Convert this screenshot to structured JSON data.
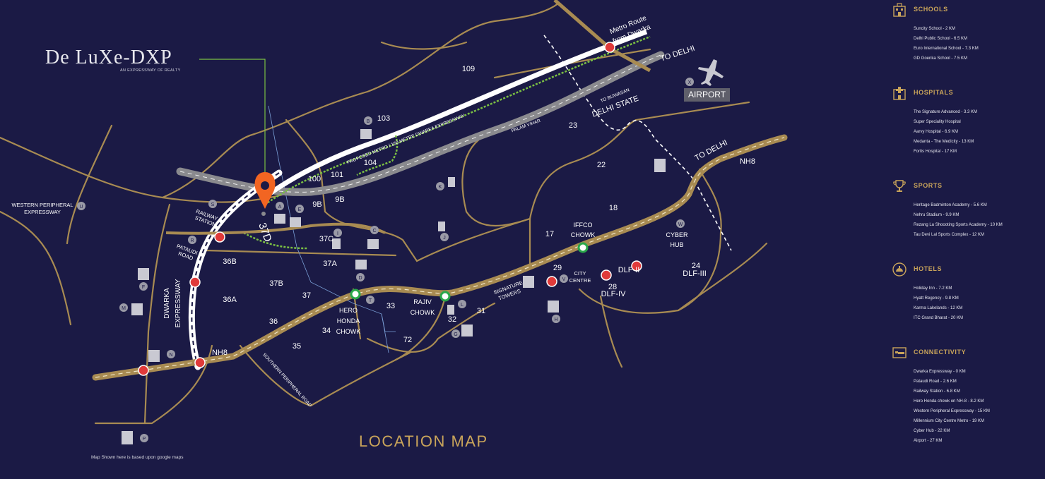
{
  "brand": {
    "name": "De LuXe-DXP",
    "tagline": "AN EXPRESSWAY OF REALTY"
  },
  "title": "LOCATION MAP",
  "footnote": "Map Shown here is based upon google maps",
  "colors": {
    "background": "#1b1a45",
    "road": "#a88b52",
    "accent": "#c9a45a",
    "pin": "#f26522",
    "metro_green": "#7bc043",
    "expressway_gray": "#8a8a8e",
    "metro_station": "#e03a3a"
  },
  "map": {
    "project_marker": "37D",
    "airport": "AIRPORT",
    "sectors": {
      "s109": "109",
      "s103": "103",
      "s104": "104",
      "s101": "101",
      "s100": "100",
      "s9b_a": "9B",
      "s9b_b": "9B",
      "s37c": "37C",
      "s37a": "37A",
      "s36b": "36B",
      "s36a": "36A",
      "s37b": "37B",
      "s37": "37",
      "s36": "36",
      "s35": "35",
      "s34": "34",
      "s33": "33",
      "s72": "72",
      "s32": "32",
      "s31": "31",
      "s23": "23",
      "s22": "22",
      "s18": "18",
      "s17": "17",
      "s29": "29",
      "s28": "28",
      "s24": "24"
    },
    "labels": {
      "metro_route_1": "Metro Route",
      "metro_route_2": "from Dwarka",
      "to_delhi_top": "TO DELHI",
      "to_delhi_right": "TO DELHI",
      "nh8_right": "NH8",
      "nh8_left": "NH8",
      "to_bijwasan": "TO BIJWASAN",
      "delhi_state": "DELHI STATE",
      "palam_vihar": "PALAM VIHAR",
      "proposed_metro": "PROPOSED METRO / 150 METRE DWARKA EXPRESSWAY",
      "wpe_1": "WESTERN PERIPHERAL",
      "wpe_2": "EXPRESSWAY",
      "rail_1": "RAILWAY",
      "rail_2": "STATION",
      "pat_1": "PATAUDI",
      "pat_2": "ROAD",
      "dwarka_1": "DWARKA",
      "dwarka_2": "EXPRESSWAY",
      "hero_1": "HERO",
      "hero_2": "HONDA",
      "hero_3": "CHOWK",
      "rajiv_1": "RAJIV",
      "rajiv_2": "CHOWK",
      "iffco_1": "IFFCO",
      "iffco_2": "CHOWK",
      "sig_1": "SIGNATURE",
      "sig_2": "TOWERS",
      "city_1": "CITY",
      "city_2": "CENTRE",
      "cyber_1": "CYBER",
      "cyber_2": "HUB",
      "dlf2": "DLF-II",
      "dlf3": "DLF-III",
      "dlf4": "DLF-IV",
      "spr": "SOUTHERN PERIPHERAL ROAD"
    },
    "markers": [
      "A",
      "B",
      "C",
      "D",
      "E",
      "F",
      "G",
      "H",
      "I",
      "J",
      "K",
      "L",
      "M",
      "N",
      "P",
      "R",
      "S",
      "T",
      "U",
      "V",
      "W",
      "X"
    ]
  },
  "legend": {
    "schools": {
      "title": "SCHOOLS",
      "icon": "school-building-icon",
      "items": [
        "Suncity School - 2 KM",
        "Delhi Public School - 6.5 KM",
        "Euro International School - 7.3 KM",
        "GD Goenka School - 7.5 KM"
      ]
    },
    "hospitals": {
      "title": "HOSPITALS",
      "icon": "hospital-icon",
      "items": [
        "The Signature Advanced - 3.3 KM",
        "Super Speciality Hospital",
        "Aarvy Hospital - 6.9 KM",
        "Medanta - The Medicity - 13 KM",
        "Fortis Hospital - 17 KM"
      ]
    },
    "sports": {
      "title": "SPORTS",
      "icon": "trophy-icon",
      "items": [
        "Heritage Badminton Academy - 5.6 KM",
        "Nehru Stadium - 9.9 KM",
        "Rezang La Shoooting Sports Academy - 10 KM",
        "Tau Devi Lal Sports Complex - 12 KM"
      ]
    },
    "hotels": {
      "title": "HOTELS",
      "icon": "hotel-bell-icon",
      "items": [
        "Holiday Inn - 7.2 KM",
        "Hyatt Regency - 9.8 KM",
        "Karma Lakelands - 12 KM",
        "ITC Grand Bharat - 20 KM"
      ]
    },
    "connectivity": {
      "title": "CONNECTIVITY",
      "icon": "bed-icon",
      "items": [
        "Dwarka Expressway - 0 KM",
        "Pataudi Road - 2.6 KM",
        "Railway Station - 6.8 KM",
        "Hero Honda chowk on NH-8 - 8.2 KM",
        "Western Peripheral Expressway - 15 KM",
        "Millennium City Centre Metro - 19 KM",
        "Cyber Hub - 22 KM",
        "Airport - 27 KM"
      ]
    }
  }
}
